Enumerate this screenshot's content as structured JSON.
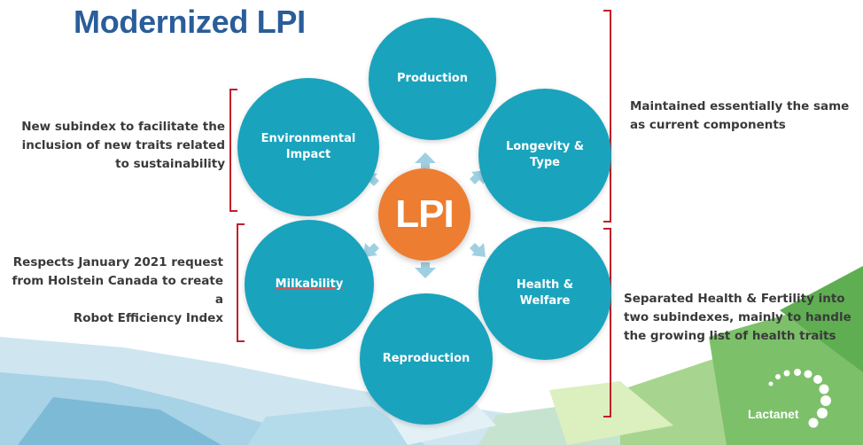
{
  "slide": {
    "title": "Modernized LPI",
    "center_label": "LPI",
    "components": {
      "production": "Production",
      "environmental": "Environmental\nImpact",
      "longevity": "Longevity &\nType",
      "milkability": "Milkability",
      "health": "Health &\nWelfare",
      "reproduction": "Reproduction"
    },
    "notes": {
      "environmental": "New subindex to facilitate the\ninclusion of new traits related\nto sustainability",
      "milkability": "Respects January 2021 request\nfrom Holstein Canada to create a\nRobot Efficiency Index",
      "longevity": "Maintained essentially the same\nas current components",
      "health": "Separated Health & Fertility into\ntwo subindexes, mainly to handle\nthe growing list of health traits"
    },
    "logo_text": "Lactanet"
  },
  "colors": {
    "title": "#2a5d9a",
    "circle": "#1aa3bd",
    "center": "#ed7d31",
    "bracket": "#c0202a",
    "arrow": "#9fd0e2",
    "note_text": "#3a3a3a"
  }
}
